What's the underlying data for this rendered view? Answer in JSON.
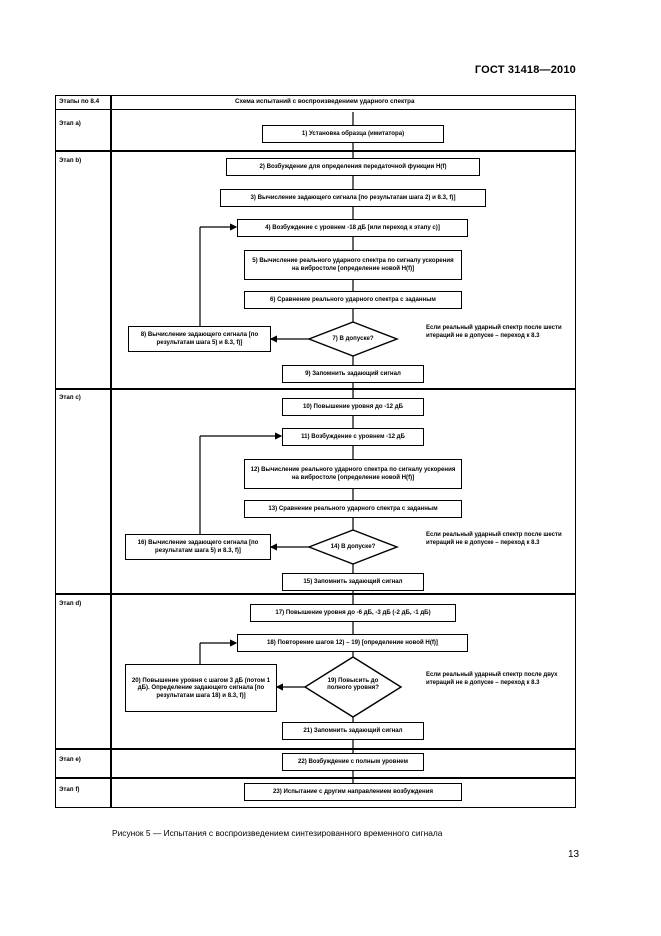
{
  "header": {
    "doc_code": "ГОСТ 31418—2010"
  },
  "table": {
    "col_stages": "Этапы по 8.4",
    "col_scheme": "Схема испытаний с воспроизведением ударного спектра"
  },
  "stages": [
    "Этап а)",
    "Этап b)",
    "Этап с)",
    "Этап d)",
    "Этап е)",
    "Этап f)"
  ],
  "boxes": {
    "b1": "1) Установка образца (имитатора)",
    "b2": "2) Возбуждение для определения передаточной функции H(f)",
    "b3": "3) Вычисление задающего сигнала [по результатам шага 2) и 8.3, f)]",
    "b4": "4) Возбуждение с уровнем -18 дБ [или переход к этапу с)]",
    "b5": "5) Вычисление реального ударного спектра по сигналу ускорения на вибростоле [определение новой H(f)]",
    "b6": "6) Сравнение реального ударного спектра с заданным",
    "b7": "7) В допуске?",
    "b8": "8) Вычисление задающего сигнала [по результатам шага 5) и 8.3, f)]",
    "b9": "9) Запомнить задающий сигнал",
    "b10": "10) Повышение уровня до -12 дБ",
    "b11": "11) Возбуждение с уровнем -12 дБ",
    "b12": "12) Вычисление реального ударного спектра по сигналу ускорения на вибростоле [определение новой H(f)]",
    "b13": "13) Сравнение реального ударного спектра с заданным",
    "b14": "14) В допуске?",
    "b16": "16) Вычисление задающего сигнала [по результатам шага 5) и 8.3, f)]",
    "b15": "15) Запомнить задающий сигнал",
    "b17": "17) Повышение уровня до -6 дБ, -3 дБ (-2 дБ, -1 дБ)",
    "b18": "18) Повторение шагов 12) – 19) [определение новой H(f)]",
    "b19": "19) Повысить до полного уровня?",
    "b20": "20) Повышение уровня с шагом 3 дБ (потом 1 дБ). Определение задающего сигнала [по результатам шага 18) и 8.3, f)]",
    "b21": "21) Запомнить задающий сигнал",
    "b22": "22) Возбуждение с полным уровнем",
    "b23": "23) Испытание с другим направлением возбуждения"
  },
  "notes": {
    "n1": "Если реальный ударный спектр после шести итераций не в допуске – переход к 8.3",
    "n2": "Если реальный ударный спектр после шести итераций не в допуске – переход к 8.3",
    "n3": "Если реальный ударный спектр после двух итераций не в допуске – переход к 8.3"
  },
  "caption": "Рисунок 5 — Испытания с воспроизведением синтезированного временного сигнала",
  "page_number": "13"
}
